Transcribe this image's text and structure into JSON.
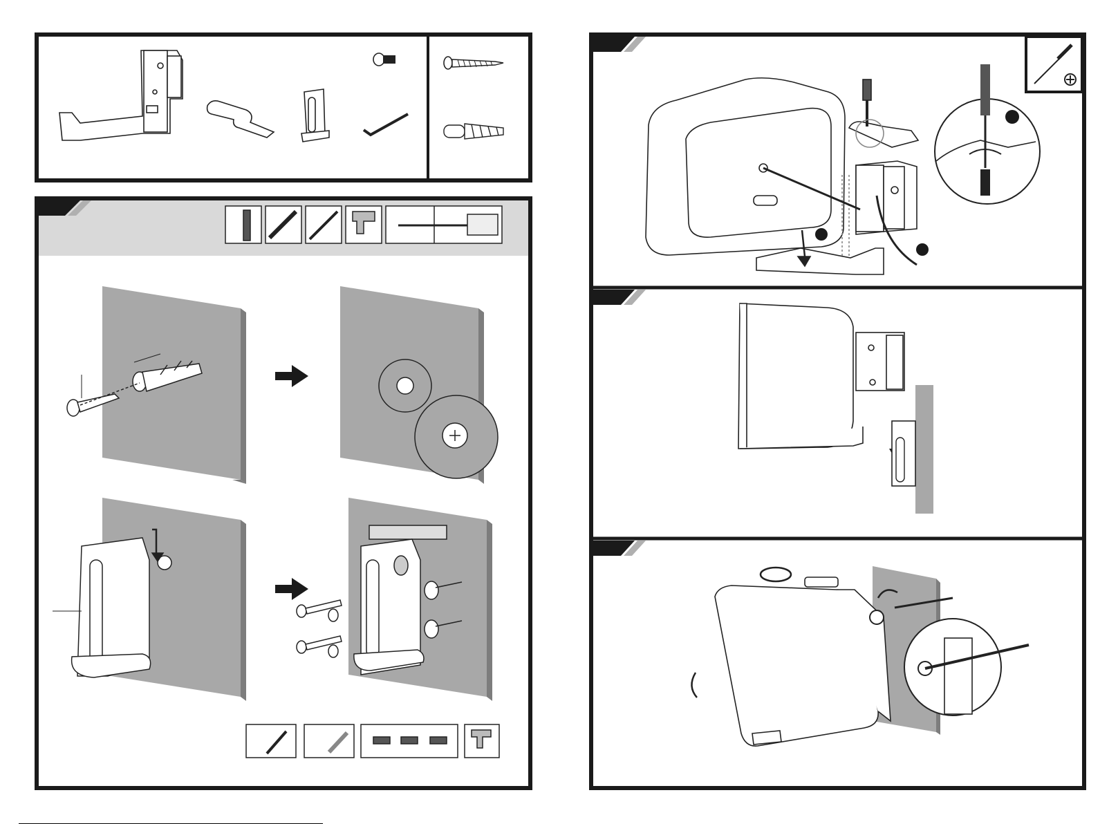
{
  "page": {
    "left_page": {
      "parts_panel": {
        "items": [
          "wall-bracket",
          "hook-clip",
          "mount-post",
          "bolt",
          "allen-key",
          "wood-screw",
          "wall-plug"
        ]
      },
      "step_panel": {
        "tools": [
          "wall-panel",
          "level",
          "pencil",
          "drill",
          "drill-bit-depth"
        ],
        "bottom_tools": [
          "mark-hole",
          "drill-hole",
          "level-check",
          "drill-screwdriver"
        ]
      }
    },
    "right_page": {
      "steps": [
        "attach-bracket-to-speaker",
        "hang-speaker-on-mount",
        "adjust-and-tighten"
      ],
      "tool_icon": "phillips-screwdriver-icon"
    }
  },
  "colors": {
    "frame": "#1a1a1a",
    "wall": "#a8a8a8",
    "header_band": "#d9d9d9",
    "tab": "#1a1a1a"
  }
}
